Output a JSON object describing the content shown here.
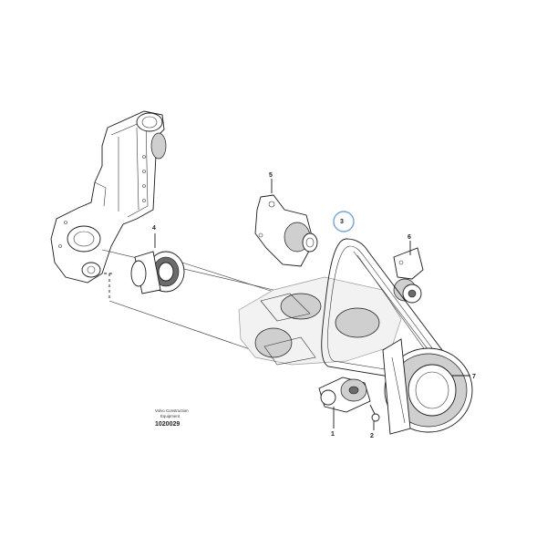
{
  "callouts": {
    "c1": "1",
    "c2": "2",
    "c3": "3",
    "c4": "4",
    "c5": "5",
    "c6": "6",
    "c7": "7"
  },
  "caption": {
    "brand_line1": "Volvo Construction",
    "brand_line2": "Equipment",
    "figure_number": "1020029"
  },
  "colors": {
    "highlight_ring": "#7aa9d6"
  }
}
